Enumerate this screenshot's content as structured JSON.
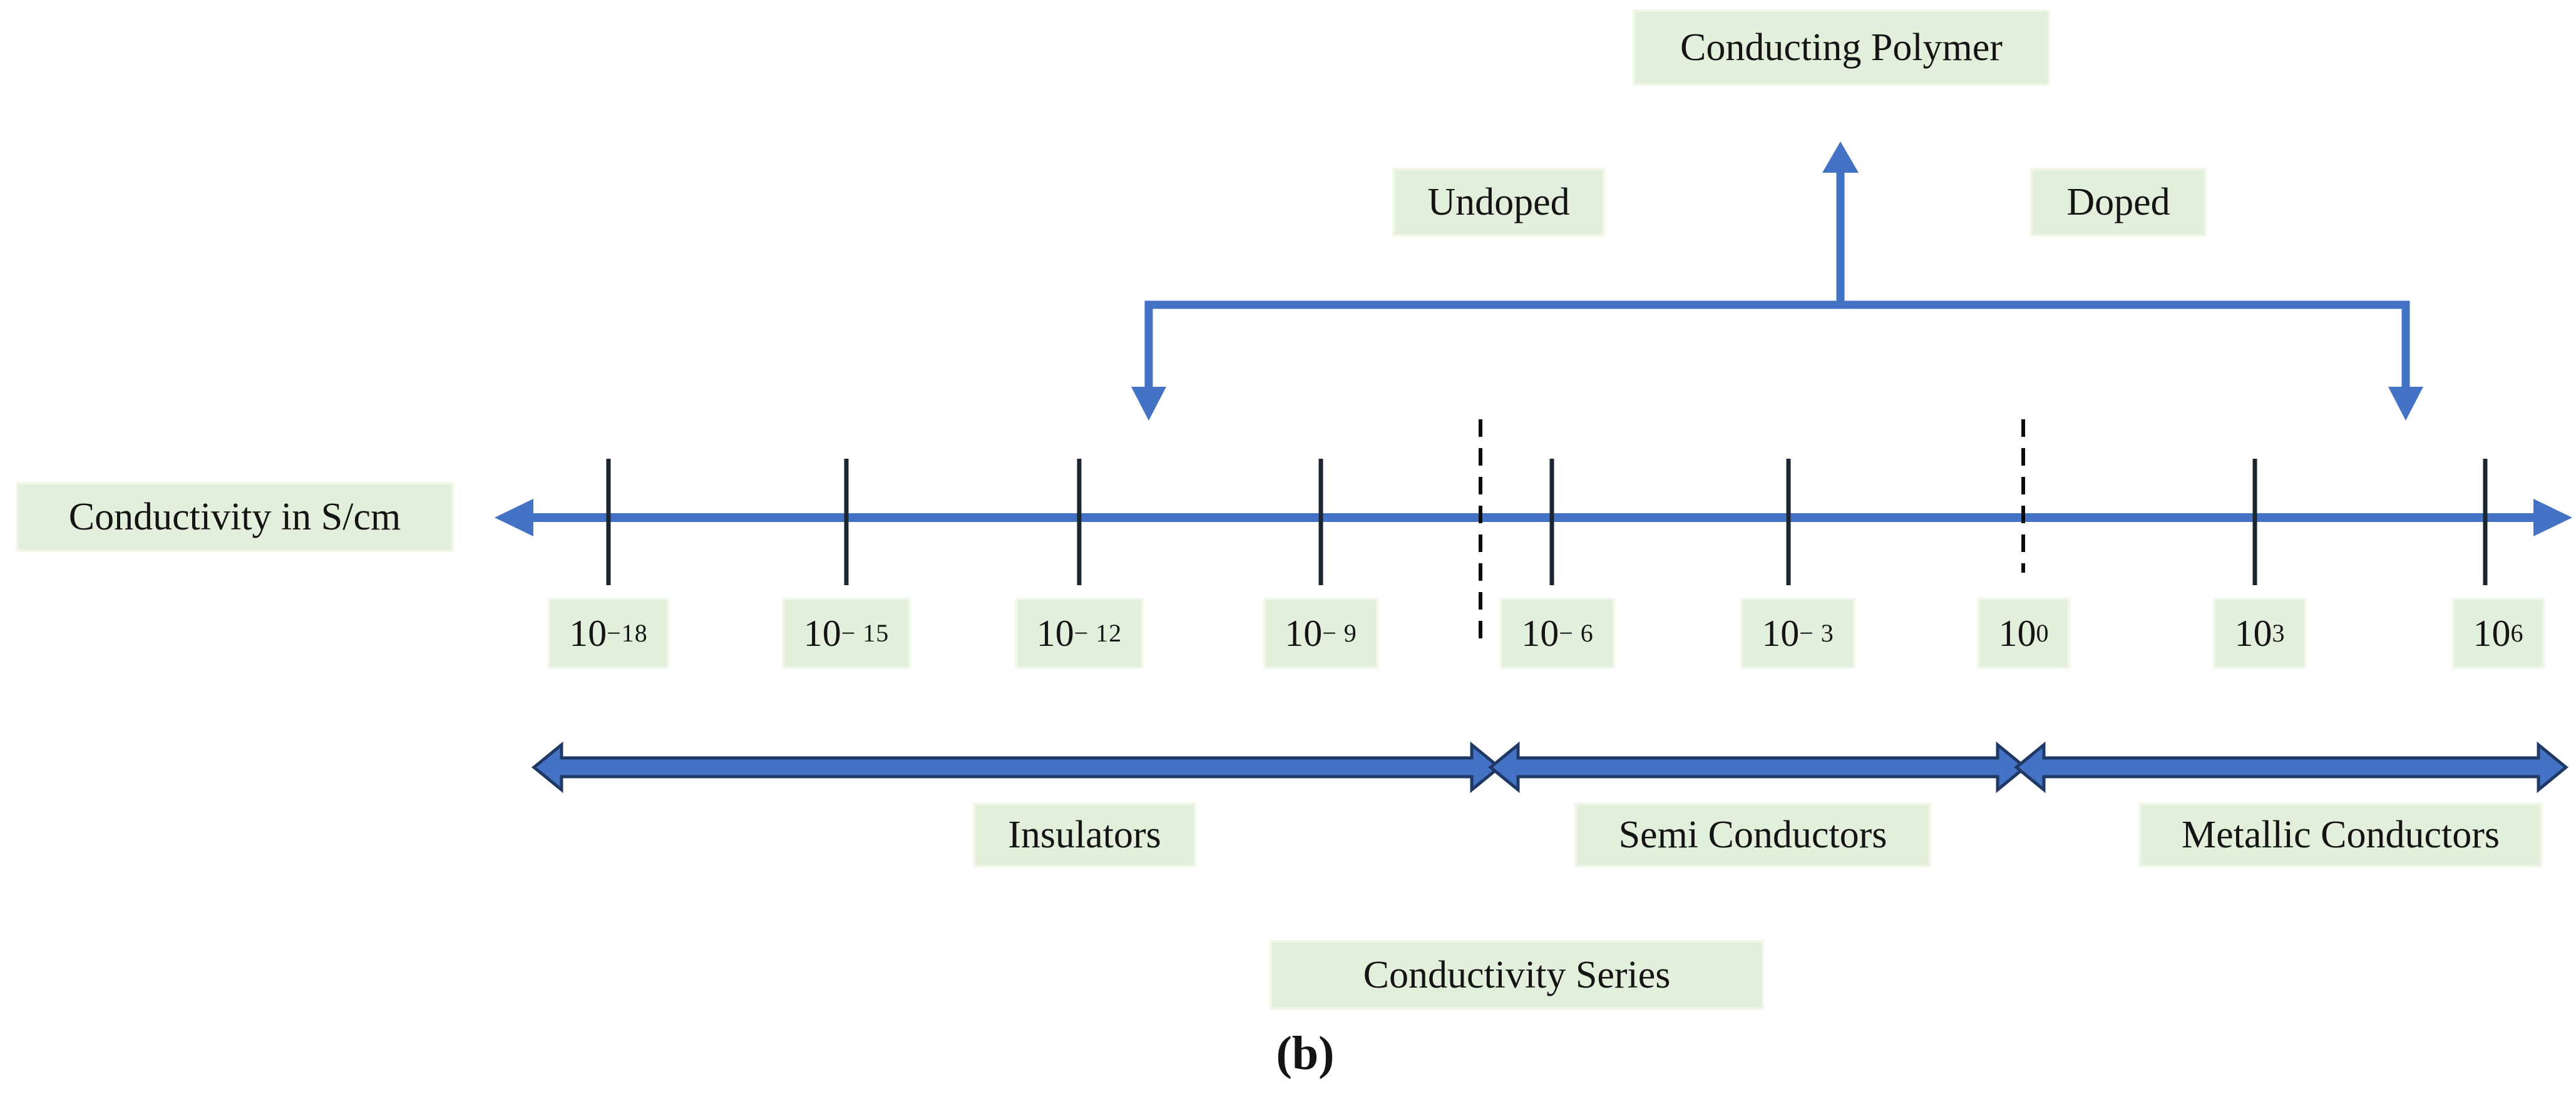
{
  "top": {
    "conducting_polymer": "Conducting Polymer",
    "undoped": "Undoped",
    "doped": "Doped"
  },
  "axis": {
    "title": "Conductivity in S/cm",
    "tick_labels": [
      {
        "base": "10",
        "exp": "−18"
      },
      {
        "base": "10",
        "exp": "− 15"
      },
      {
        "base": "10",
        "exp": "− 12"
      },
      {
        "base": "10",
        "exp": "− 9"
      },
      {
        "base": "10",
        "exp": "− 6"
      },
      {
        "base": "10",
        "exp": "− 3"
      },
      {
        "base": "10",
        "exp": "0"
      },
      {
        "base": "10",
        "exp": "3"
      },
      {
        "base": "10",
        "exp": "6"
      }
    ]
  },
  "regions": {
    "insulators": "Insulators",
    "semi_conductors": "Semi Conductors",
    "metallic_conductors": "Metallic Conductors"
  },
  "bottom": {
    "series_title": "Conductivity Series",
    "caption": "(b)"
  },
  "colors": {
    "blue": "#4472C4",
    "outline": "#1F3864",
    "label_bg": "#E2EFDA",
    "label_border": "#F1F7EA",
    "tick": "#1C2633",
    "dash": "#0B0B0B",
    "text": "#141414"
  }
}
